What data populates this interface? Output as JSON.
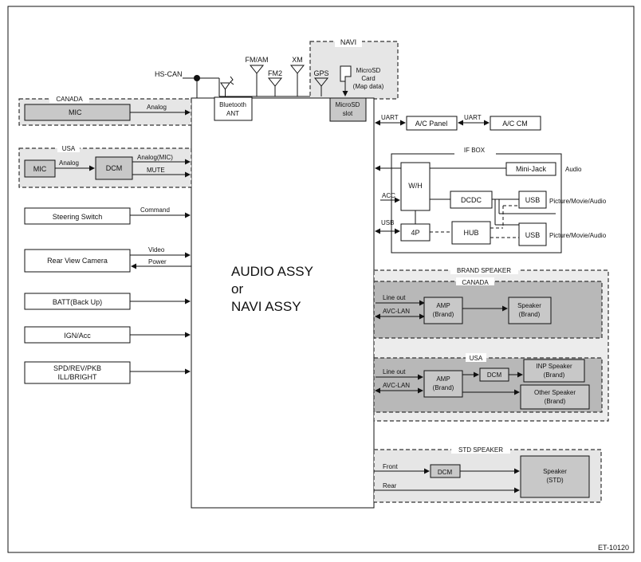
{
  "main": {
    "line1": "AUDIO ASSY",
    "line2": "or",
    "line3": "NAVI ASSY"
  },
  "top": {
    "hs_can": "HS-CAN",
    "bt_ant_1": "Bluetooth",
    "bt_ant_2": "ANT",
    "fmam": "FM/AM",
    "fm2": "FM2",
    "xm": "XM",
    "navi": "NAVI",
    "gps": "GPS",
    "sd_card_1": "MicroSD",
    "sd_card_2": "Card",
    "sd_card_3": "(Map data)",
    "sd_slot_1": "MicroSD",
    "sd_slot_2": "slot"
  },
  "left": {
    "canada": "CANADA",
    "canada_mic": "MIC",
    "canada_signal": "Analog",
    "usa": "USA",
    "usa_mic": "MIC",
    "usa_analog": "Analog",
    "usa_dcm": "DCM",
    "usa_analog_mic": "Analog(MIC)",
    "usa_mute": "MUTE",
    "steering": "Steering Switch",
    "command": "Command",
    "camera": "Rear View Camera",
    "video": "Video",
    "power": "Power",
    "batt": "BATT(Back Up)",
    "ign": "IGN/Acc",
    "spd_1": "SPD/REV/PKB",
    "spd_2": "ILL/BRIGHT"
  },
  "right": {
    "uart1": "UART",
    "ac_panel": "A/C Panel",
    "uart2": "UART",
    "ac_cm": "A/C CM",
    "ifbox": "IF BOX",
    "minijack": "Mini-Jack",
    "audio": "Audio",
    "wh": "W/H",
    "acc": "ACC",
    "dcdc": "DCDC",
    "usb_box1": "USB",
    "pma1": "Picture/Movie/Audio",
    "usb_in": "USB",
    "p4": "4P",
    "hub": "HUB",
    "usb_box2": "USB",
    "pma2": "Picture/Movie/Audio",
    "brand_speaker": "BRAND SPEAKER",
    "b_canada": "CANADA",
    "b_can_lineout": "Line out",
    "b_can_avc": "AVC-LAN",
    "b_can_amp_1": "AMP",
    "b_can_amp_2": "(Brand)",
    "b_can_spk_1": "Speaker",
    "b_can_spk_2": "(Brand)",
    "b_usa": "USA",
    "b_usa_lineout": "Line out",
    "b_usa_avc": "AVC-LAN",
    "b_usa_amp_1": "AMP",
    "b_usa_amp_2": "(Brand)",
    "b_usa_dcm": "DCM",
    "b_usa_inp_1": "INP Speaker",
    "b_usa_inp_2": "(Brand)",
    "b_usa_other_1": "Other Speaker",
    "b_usa_other_2": "(Brand)",
    "std_speaker": "STD SPEAKER",
    "front": "Front",
    "rear": "Rear",
    "std_dcm": "DCM",
    "std_spk_1": "Speaker",
    "std_spk_2": "(STD)"
  },
  "footer": {
    "code": "ET-10120"
  }
}
